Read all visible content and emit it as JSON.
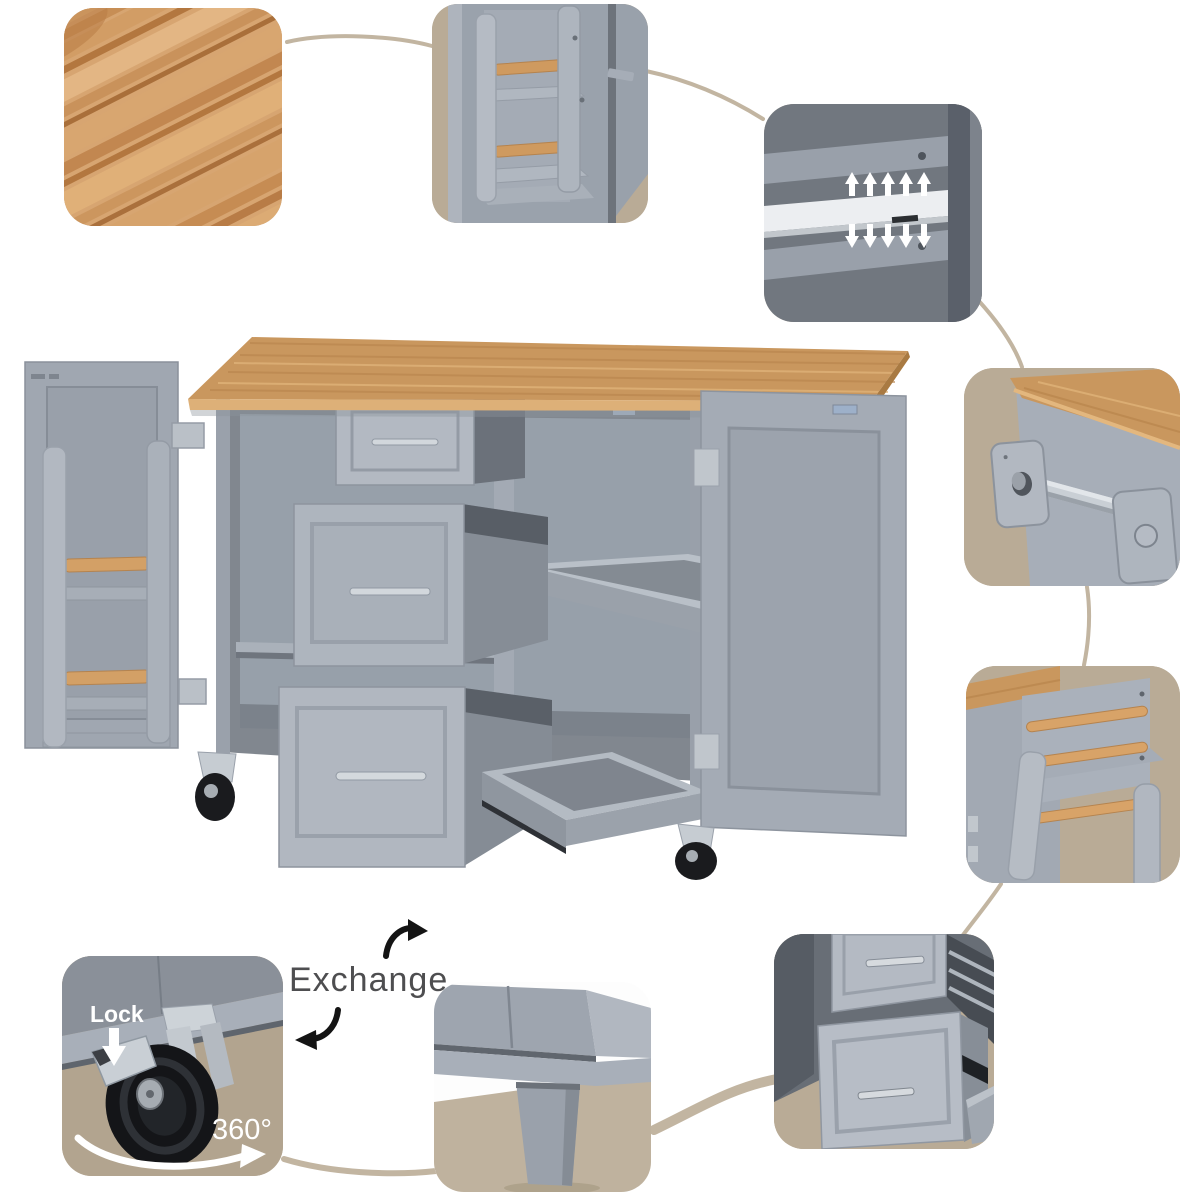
{
  "annotations": {
    "exchange": "Exchange",
    "lock": "Lock",
    "rotation": "360°"
  },
  "icons": {
    "shelf_adjust_up": "five white up arrows",
    "shelf_adjust_down": "five white down arrows",
    "lock_pointer": "white down arrow",
    "swivel_arc": "white 360-degree swivel arc arrow",
    "exchange_swap": "two black curved swap arrows"
  },
  "palette": {
    "page_background": "#ffffff",
    "callout_background": "#b9ab96",
    "connector_line": "#c2b5a1",
    "cabinet_gray": "#9ba2ac",
    "cabinet_interior": "#868d96",
    "countertop_wood": "#c9975e",
    "metal_silver": "#c7cdd3",
    "caster_black": "#17181b",
    "annotation_white": "#ffffff",
    "annotation_black": "#141414",
    "exchange_text": "#4e4e50"
  },
  "callouts": [
    {
      "id": "countertop-texture"
    },
    {
      "id": "door-spice-rack"
    },
    {
      "id": "adjustable-shelf"
    },
    {
      "id": "towel-rack"
    },
    {
      "id": "side-spice-rack"
    },
    {
      "id": "drawer-slides"
    },
    {
      "id": "locking-caster"
    },
    {
      "id": "leg-detail"
    }
  ]
}
